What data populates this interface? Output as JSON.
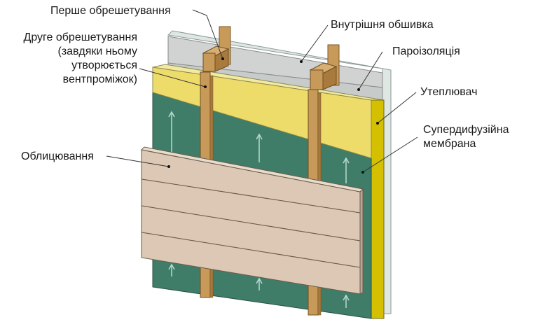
{
  "labels": {
    "first_battens": "Перше обрешетування",
    "inner_lining": "Внутрішня обшивка",
    "second_battens_line1": "Друге обрешетування",
    "second_battens_line2": "(завдяки ньому",
    "second_battens_line3": "утворюється",
    "second_battens_line4": "вентпроміжок)",
    "vapor_barrier": "Пароізоляція",
    "insulation": "Утеплювач",
    "membrane_line1": "Супердифузійна",
    "membrane_line2": "мембрана",
    "cladding": "Облицювання"
  },
  "colors": {
    "membrane": "#3f7d69",
    "membrane_dark": "#2f5f50",
    "insulation": "#eedc6a",
    "insulation_side": "#d8c400",
    "lining": "#cfd3d2",
    "lining_edge": "#dfe7e2",
    "wood": "#c89a5a",
    "wood_dark": "#a97a3e",
    "cladding": "#dcc8b4",
    "arrow": "#b9d9cf"
  }
}
